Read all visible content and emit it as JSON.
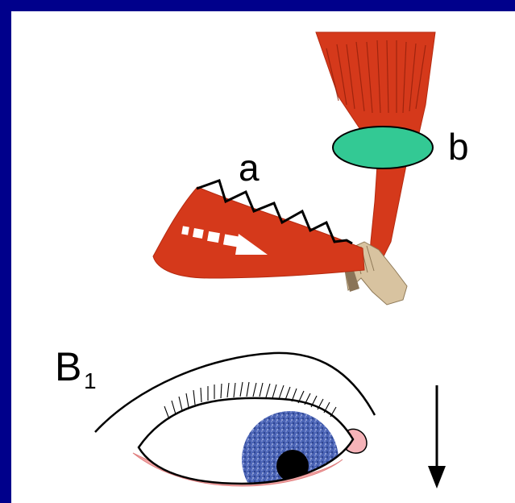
{
  "labels": {
    "a": "a",
    "b": "b",
    "b1_main": "B",
    "b1_sub": "1"
  },
  "colors": {
    "frame": "#00008b",
    "background": "#ffffff",
    "muscle": "#d5391b",
    "muscle_dark": "#b52a10",
    "band": "#33c994",
    "tendon": "#d8c3a0",
    "iris": "#4a63b4",
    "pupil": "#000000",
    "lid_pink": "#f2a6a6"
  },
  "icons": [
    "muscle-shape",
    "zigzag-spring",
    "arrow-right-dashed",
    "eye-drawing",
    "arrow-down"
  ]
}
